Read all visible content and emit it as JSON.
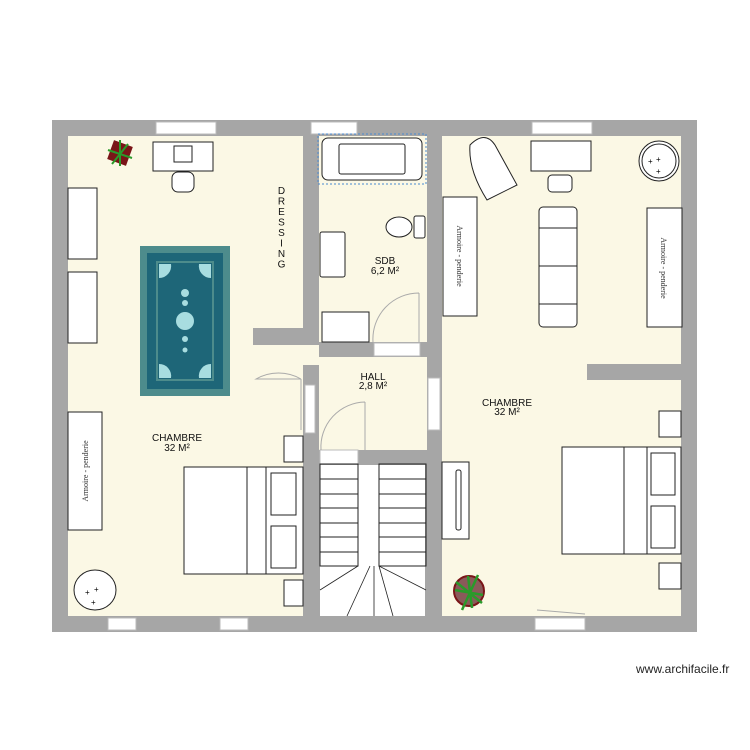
{
  "rooms": {
    "dressing": "DRESSING",
    "sdb": {
      "name": "SDB",
      "area": "6,2 M²"
    },
    "hall": {
      "name": "HALL",
      "area": "2,8 M²"
    },
    "chambre_left": {
      "name": "CHAMBRE",
      "area": "32 M²"
    },
    "chambre_right": {
      "name": "CHAMBRE",
      "area": "32 M²"
    }
  },
  "furniture": {
    "wardrobe_label": "Armoire - penderie"
  },
  "colors": {
    "wall": "#a6a6a6",
    "floor": "#fbf8e5",
    "rug": "#1e6678",
    "rug_border": "#4d8c8c",
    "rug_accent": "#a8dde0"
  },
  "credit": "www.archifacile.fr"
}
